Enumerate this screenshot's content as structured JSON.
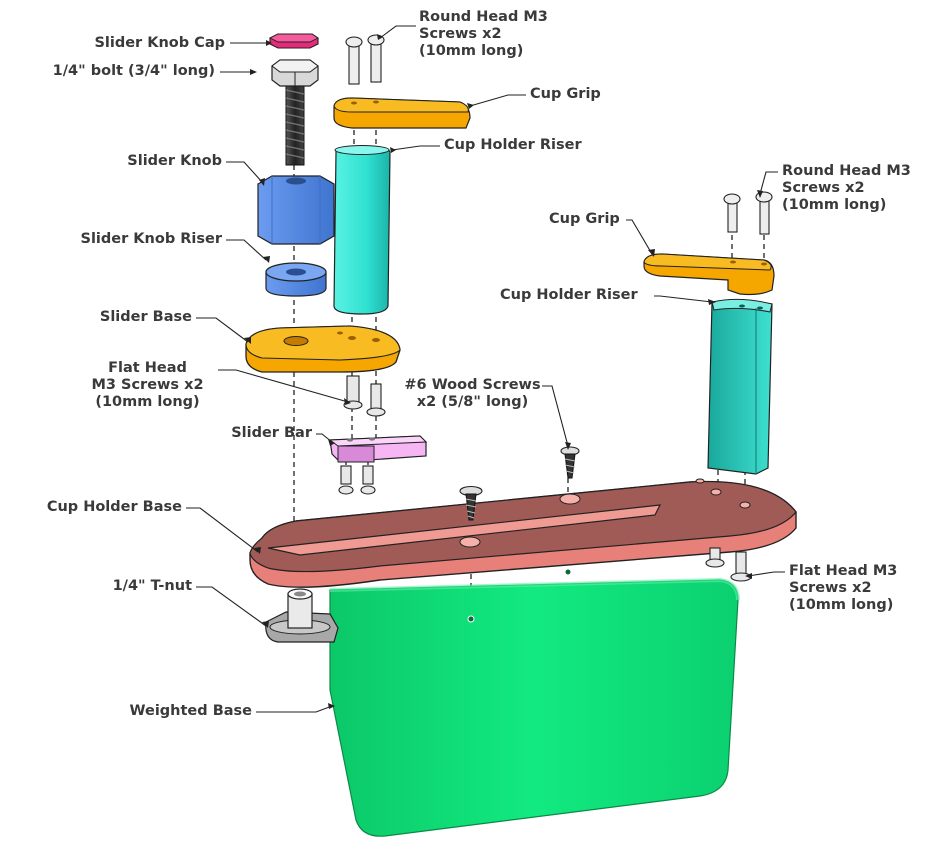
{
  "labels": {
    "slider_knob_cap": "Slider Knob Cap",
    "bolt_quarter": "1/4\" bolt (3/4\" long)",
    "round_head_top": [
      "Round Head M3",
      "Screws x2",
      "(10mm long)"
    ],
    "cup_grip_top": "Cup Grip",
    "cup_holder_riser_top": "Cup Holder Riser",
    "slider_knob": "Slider Knob",
    "round_head_right": [
      "Round Head M3",
      "Screws x2",
      "(10mm long)"
    ],
    "cup_grip_right": "Cup Grip",
    "slider_knob_riser": "Slider Knob Riser",
    "cup_holder_riser_right": "Cup Holder Riser",
    "slider_base": "Slider Base",
    "flat_head_left": [
      "Flat Head",
      "M3 Screws x2",
      "(10mm long)"
    ],
    "wood_screws": [
      "#6 Wood Screws",
      "x2 (5/8\" long)"
    ],
    "slider_bar": "Slider Bar",
    "cup_holder_base": "Cup Holder Base",
    "flat_head_right": [
      "Flat Head M3",
      "Screws x2",
      "(10mm long)"
    ],
    "t_nut": "1/4\" T-nut",
    "weighted_base": "Weighted Base"
  },
  "colors": {
    "label_text": "#3a3a3a",
    "knob_cap": "#e6297a",
    "cup_grip": "#f5a700",
    "cup_holder_riser": "#35e8d8",
    "slider_knob": "#5a8ee6",
    "slider_base": "#f5a700",
    "slider_bar": "#f29cf0",
    "cup_holder_base": "#e8807a",
    "weighted_base": "#10e07a",
    "screw": "#e8e8e8",
    "bolt": "#2a2a2a"
  }
}
